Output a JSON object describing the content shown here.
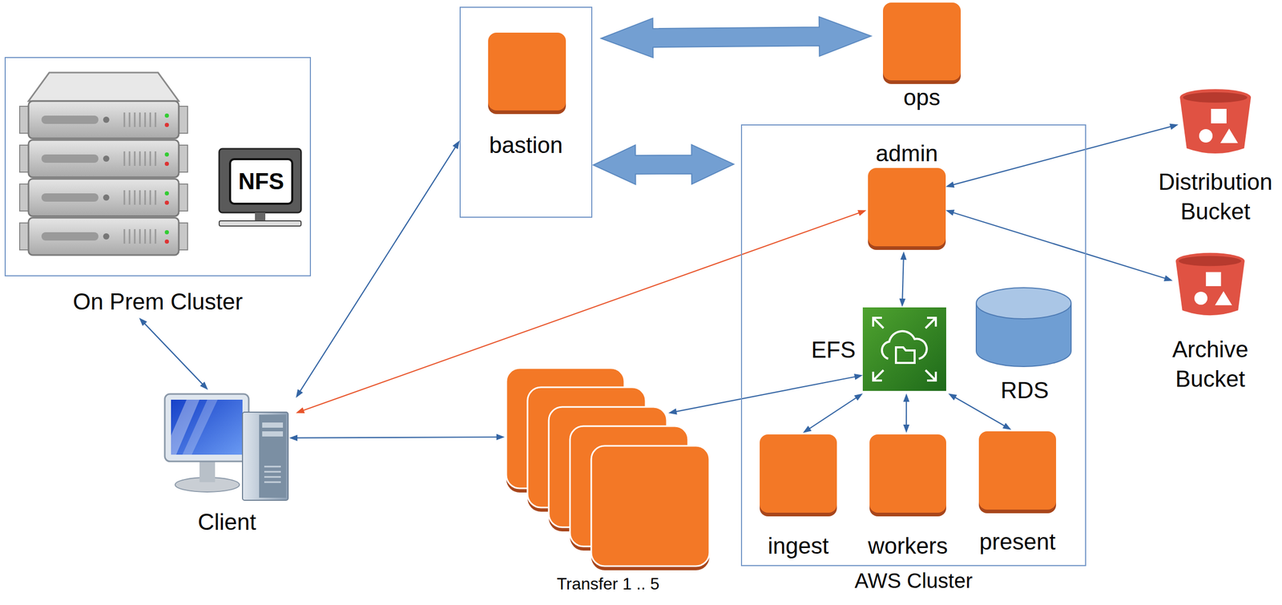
{
  "diagram": {
    "nodes": [
      {
        "text": [
          "On Prem Cluster"
        ]
      },
      {
        "text": [
          "NFS"
        ],
        "in": 0
      },
      {
        "text": [
          "bastion"
        ]
      },
      {
        "text": [
          "ops"
        ]
      },
      {
        "text": [
          "AWS Cluster"
        ]
      },
      {
        "text": [
          "admin"
        ],
        "in": 4
      },
      {
        "text": [
          "EFS"
        ],
        "in": 4
      },
      {
        "text": [
          "RDS"
        ],
        "in": 4
      },
      {
        "text": [
          "ingest"
        ],
        "in": 4
      },
      {
        "text": [
          "workers"
        ],
        "in": 4
      },
      {
        "text": [
          "present"
        ],
        "in": 4
      },
      {
        "text": [
          "Distribution Bucket"
        ]
      },
      {
        "text": [
          "Archive Bucket"
        ]
      },
      {
        "text": [
          "Client"
        ]
      },
      {
        "text": [
          "Transfer 1 .. 5"
        ]
      }
    ],
    "edges": [
      {
        "from": 2,
        "to": 3,
        "arrow": "both"
      },
      {
        "from": 2,
        "to": 4,
        "arrow": "both"
      },
      {
        "from": 5,
        "to": 11,
        "arrow": "both"
      },
      {
        "from": 5,
        "to": 12,
        "arrow": "both"
      },
      {
        "from": 5,
        "to": 6,
        "arrow": "both"
      },
      {
        "from": 6,
        "to": 14,
        "arrow": "both"
      },
      {
        "from": 6,
        "to": 8,
        "arrow": "both"
      },
      {
        "from": 6,
        "to": 9,
        "arrow": "both"
      },
      {
        "from": 6,
        "to": 10,
        "arrow": "both"
      },
      {
        "from": 0,
        "to": 13,
        "arrow": "both"
      },
      {
        "from": 13,
        "to": 2,
        "arrow": "both"
      },
      {
        "from": 13,
        "to": 5,
        "arrow": "both"
      },
      {
        "from": 13,
        "to": 14,
        "arrow": "both"
      }
    ]
  }
}
